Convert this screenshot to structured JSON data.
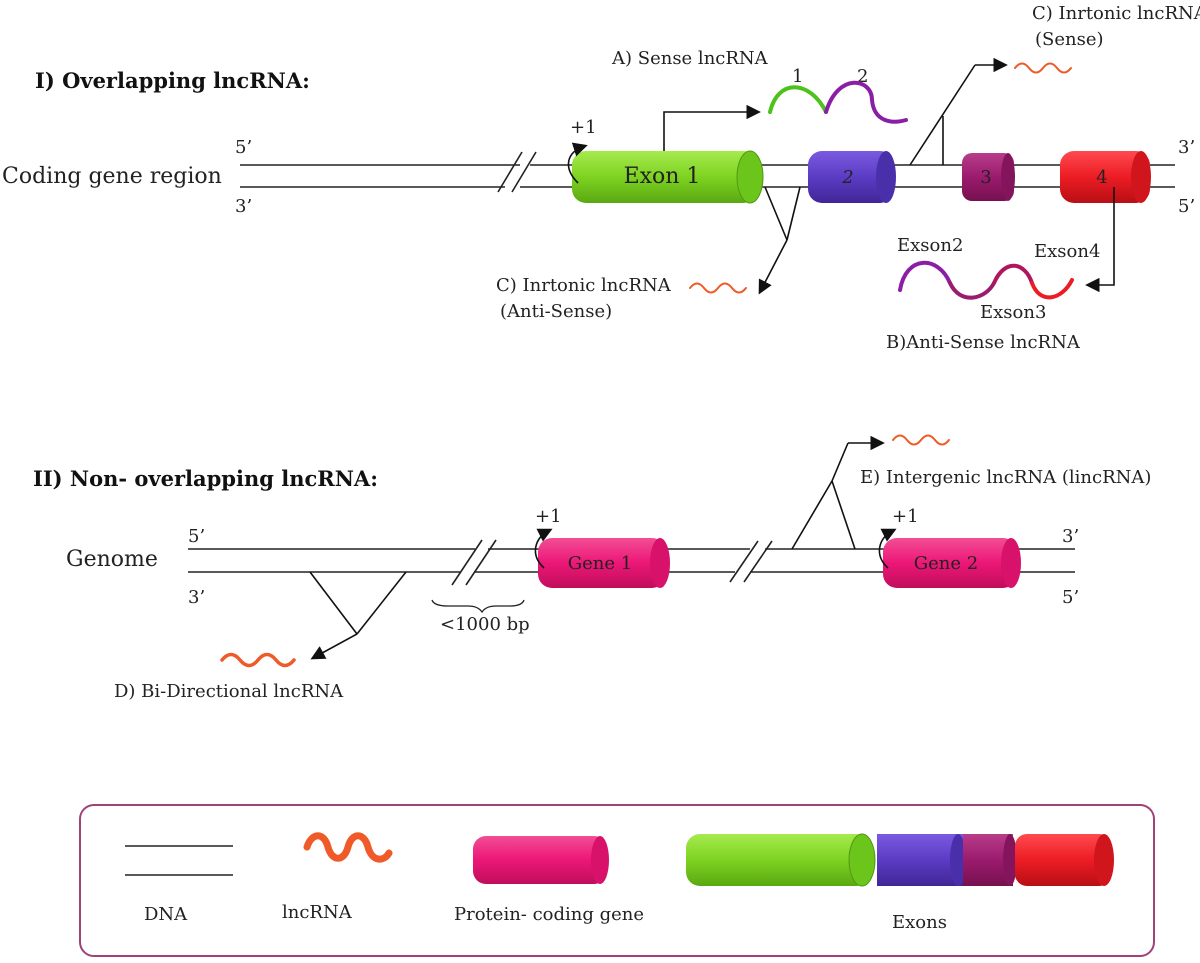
{
  "section1": {
    "heading": "I) Overlapping lncRNA:",
    "region_label": "Coding gene region",
    "end_5_top": "5’",
    "end_3_bottom": "3’",
    "end_3_top_right": "3’",
    "end_5_bottom_right": "5’",
    "tss_label": "+1",
    "exon1_label": "Exon 1",
    "exon2_label": "2",
    "exon3_label": "3",
    "exon4_label": "4",
    "sense_label": "A) Sense lncRNA",
    "sense_seg1": "1",
    "sense_seg2": "2",
    "intronic_sense_label_1": "C) Inrtonic lncRNA",
    "intronic_sense_label_2": "(Sense)",
    "intronic_anti_label_1": "C) Inrtonic lncRNA",
    "intronic_anti_label_2": "(Anti-Sense)",
    "antisense_exon2": "Exson2",
    "antisense_exon3": "Exson3",
    "antisense_exon4": "Exson4",
    "antisense_label": "B)Anti-Sense lncRNA"
  },
  "section2": {
    "heading": "II) Non- overlapping lncRNA:",
    "genome_label": "Genome",
    "end_5_top": "5’",
    "end_3_bottom": "3’",
    "end_3_top_right": "3’",
    "end_5_bottom_right": "5’",
    "tss1_label": "+1",
    "tss2_label": "+1",
    "gene1_label": "Gene 1",
    "gene2_label": "Gene 2",
    "distance_label": "<1000 bp",
    "bidirectional_label": "D) Bi-Directional lncRNA",
    "intergenic_label": "E) Intergenic lncRNA (lincRNA)"
  },
  "legend": {
    "dna": "DNA",
    "lncrna": "lncRNA",
    "protein_gene": "Protein- coding gene",
    "exons": "Exons"
  },
  "colors": {
    "exon1": "#7ed321",
    "exon2": "#5b3cc4",
    "exon3": "#9b1b6e",
    "exon4": "#ec1c24",
    "gene": "#ec1777",
    "lncrna": "#ef5a28",
    "sense_seg1": "#4cc21b",
    "sense_seg2": "#8a1fa6",
    "legend_border": "#a0427a"
  }
}
